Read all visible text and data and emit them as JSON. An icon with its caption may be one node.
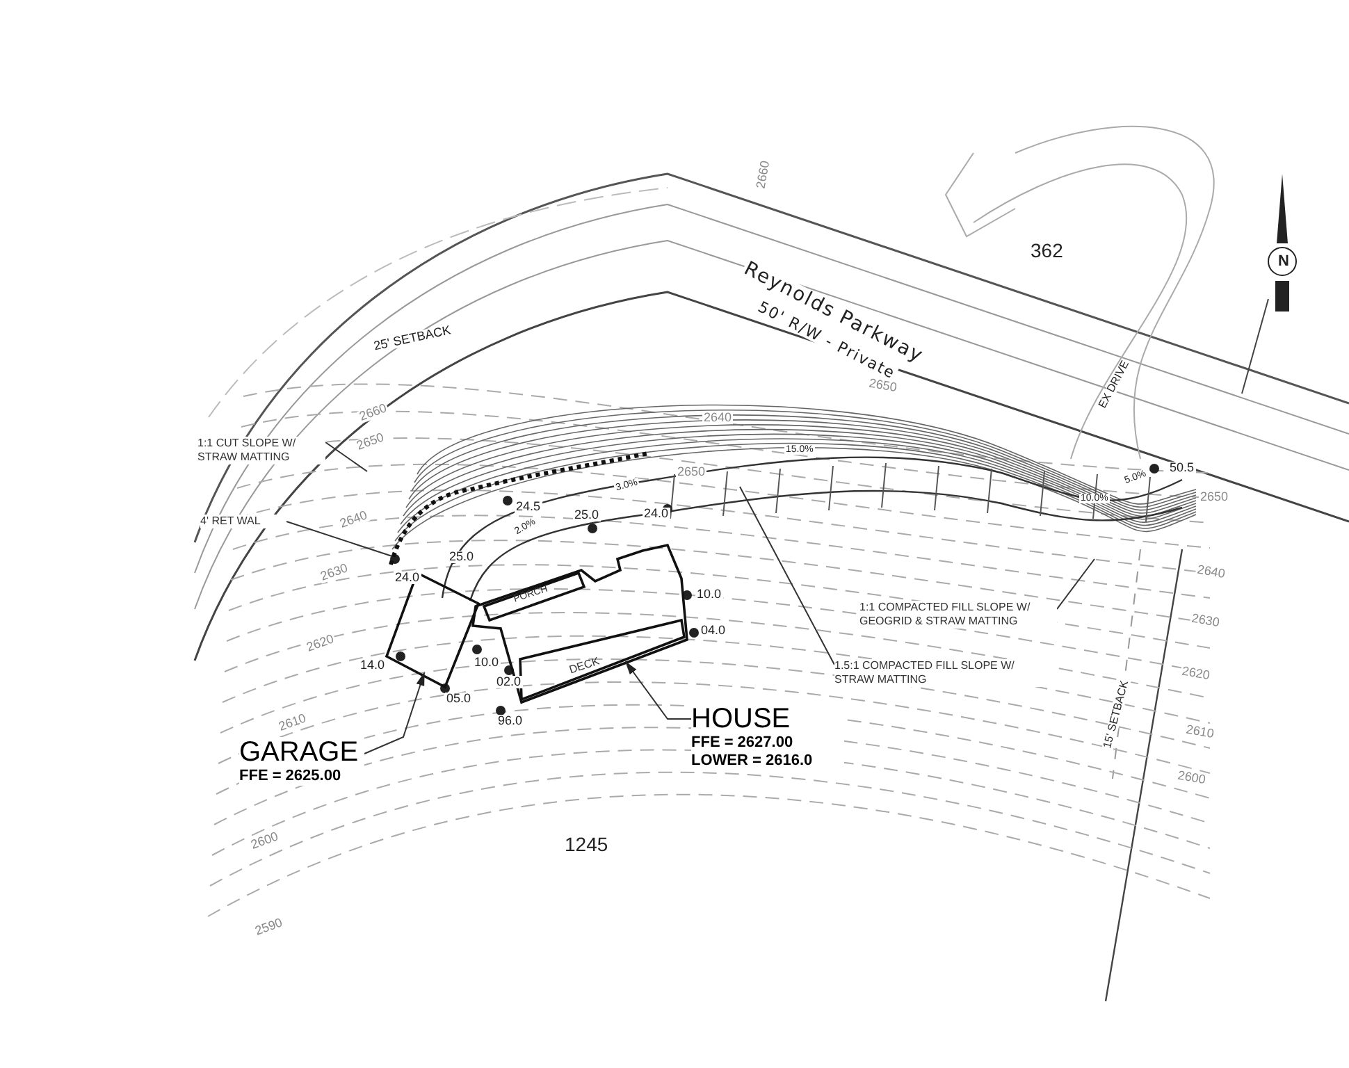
{
  "diagram": {
    "nodes": [
      {
        "text": [],
        "shape": "box"
      },
      {
        "text": [],
        "shape": "box"
      },
      {
        "text": [
          "PORCH"
        ],
        "in": 1
      },
      {
        "text": [
          "DECK"
        ],
        "in": 1
      },
      {
        "text": [
          "GARAGE",
          "FFE = 2625.00"
        ]
      },
      {
        "text": [
          "HOUSE",
          "FFE = 2627.00",
          "LOWER = 2616.0"
        ]
      },
      {
        "text": [
          "1:1 CUT SLOPE W/ STRAW MATTING"
        ]
      },
      {
        "text": [
          "4' RET WAL"
        ]
      },
      {
        "text": [
          "1.5:1 COMPACTED FILL SLOPE W/ STRAW MATTING"
        ]
      },
      {
        "text": [
          "1:1 COMPACTED FILL SLOPE W/ GEOGRID & STRAW MATTING"
        ]
      },
      {
        "text": [],
        "shape": "line"
      }
    ],
    "edges": [
      {
        "from": 4,
        "to": 0,
        "arrow": "to"
      },
      {
        "from": 5,
        "to": 1,
        "arrow": "to"
      },
      {
        "from": 6,
        "to": null,
        "arrow": "none"
      },
      {
        "from": 7,
        "to": 10,
        "arrow": "none"
      },
      {
        "from": 8,
        "to": null,
        "arrow": "none"
      },
      {
        "from": 9,
        "to": null,
        "arrow": "none"
      }
    ],
    "labels": [
      "2660",
      "N",
      "362",
      "Reynolds Parkway",
      "50' R/W - Private",
      "25' SETBACK",
      "EX DRIVE",
      "2650",
      "2660",
      "2650",
      "2640",
      "50.5",
      "5.0%",
      "15.0%",
      "2650",
      "3.0%",
      "2650",
      "10.0%",
      "24.5",
      "2640",
      "25.0",
      "24.0",
      "2.0%",
      "24.0",
      "25.0",
      "2630",
      "2640",
      "10.0",
      "2630",
      "04.0",
      "2620",
      "14.0",
      "10.0",
      "2620",
      "02.0",
      "05.0",
      "15' SETBACK",
      "96.0",
      "2610",
      "2610",
      "2600",
      "2600",
      "1245",
      "2590"
    ]
  }
}
